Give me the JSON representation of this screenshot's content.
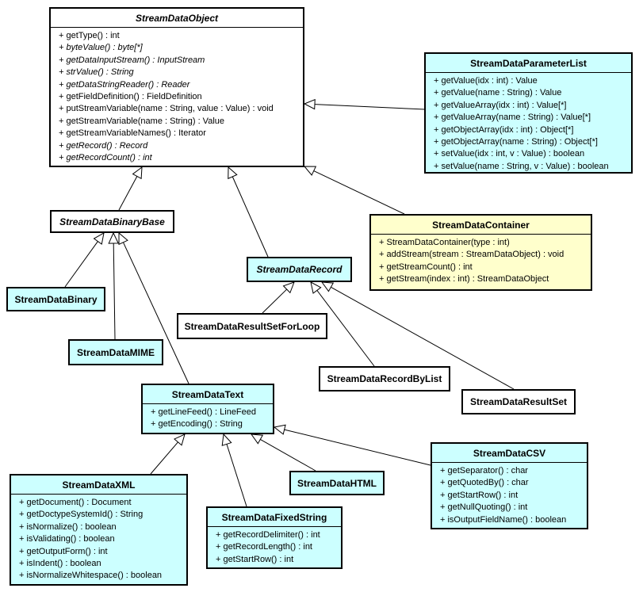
{
  "diagram": {
    "type": "UML class diagram",
    "classes": {
      "sdo": {
        "name": "StreamDataObject",
        "abstract": true,
        "fill": "#ffffff",
        "operations": [
          {
            "text": "+ getType() : int",
            "abstract": false
          },
          {
            "text": "+ byteValue() : byte[*]",
            "abstract": true
          },
          {
            "text": "+ getDataInputStream() : InputStream",
            "abstract": true
          },
          {
            "text": "+ strValue() : String",
            "abstract": true
          },
          {
            "text": "+ getDataStringReader() : Reader",
            "abstract": true
          },
          {
            "text": "+ getFieldDefinition() : FieldDefinition",
            "abstract": false
          },
          {
            "text": "+ putStreamVariable(name : String, value : Value) : void",
            "abstract": false
          },
          {
            "text": "+ getStreamVariable(name : String) : Value",
            "abstract": false
          },
          {
            "text": "+ getStreamVariableNames() : Iterator",
            "abstract": false
          },
          {
            "text": "+ getRecord() : Record",
            "abstract": true
          },
          {
            "text": "+ getRecordCount() : int",
            "abstract": true
          }
        ]
      },
      "paramList": {
        "name": "StreamDataParameterList",
        "abstract": false,
        "fill": "#ccffff",
        "operations": [
          {
            "text": "+ getValue(idx : int) : Value",
            "abstract": false
          },
          {
            "text": "+ getValue(name : String) : Value",
            "abstract": false
          },
          {
            "text": "+ getValueArray(idx : int) : Value[*]",
            "abstract": false
          },
          {
            "text": "+ getValueArray(name : String) : Value[*]",
            "abstract": false
          },
          {
            "text": "+ getObjectArray(idx : int) : Object[*]",
            "abstract": false
          },
          {
            "text": "+ getObjectArray(name : String) : Object[*]",
            "abstract": false
          },
          {
            "text": "+ setValue(idx : int, v : Value) : boolean",
            "abstract": false
          },
          {
            "text": "+ setValue(name : String, v : Value) : boolean",
            "abstract": false
          }
        ]
      },
      "container": {
        "name": "StreamDataContainer",
        "abstract": false,
        "fill": "#ffffcc",
        "operations": [
          {
            "text": "+ StreamDataContainer(type : int)",
            "abstract": false
          },
          {
            "text": "+ addStream(stream : StreamDataObject) : void",
            "abstract": false
          },
          {
            "text": "+ getStreamCount() : int",
            "abstract": false
          },
          {
            "text": "+ getStream(index : int) : StreamDataObject",
            "abstract": false
          }
        ]
      },
      "binaryBase": {
        "name": "StreamDataBinaryBase",
        "abstract": true,
        "fill": "#ffffff"
      },
      "record": {
        "name": "StreamDataRecord",
        "abstract": true,
        "fill": "#ccffff"
      },
      "binary": {
        "name": "StreamDataBinary",
        "abstract": false,
        "fill": "#ccffff"
      },
      "mime": {
        "name": "StreamDataMIME",
        "abstract": false,
        "fill": "#ccffff"
      },
      "resultSetForLoop": {
        "name": "StreamDataResultSetForLoop",
        "abstract": false,
        "fill": "#ffffff"
      },
      "recordByList": {
        "name": "StreamDataRecordByList",
        "abstract": false,
        "fill": "#ffffff"
      },
      "resultSet": {
        "name": "StreamDataResultSet",
        "abstract": false,
        "fill": "#ffffff"
      },
      "text": {
        "name": "StreamDataText",
        "abstract": false,
        "fill": "#ccffff",
        "operations": [
          {
            "text": "+ getLineFeed() : LineFeed",
            "abstract": false
          },
          {
            "text": "+ getEncoding() : String",
            "abstract": false
          }
        ]
      },
      "xml": {
        "name": "StreamDataXML",
        "abstract": false,
        "fill": "#ccffff",
        "operations": [
          {
            "text": "+ getDocument() : Document",
            "abstract": false
          },
          {
            "text": "+ getDoctypeSystemId() : String",
            "abstract": false
          },
          {
            "text": "+ isNormalize() : boolean",
            "abstract": false
          },
          {
            "text": "+ isValidating() : boolean",
            "abstract": false
          },
          {
            "text": "+ getOutputForm() : int",
            "abstract": false
          },
          {
            "text": "+ isIndent() : boolean",
            "abstract": false
          },
          {
            "text": "+ isNormalizeWhitespace() : boolean",
            "abstract": false
          }
        ]
      },
      "fixedString": {
        "name": "StreamDataFixedString",
        "abstract": false,
        "fill": "#ccffff",
        "operations": [
          {
            "text": "+ getRecordDelimiter() : int",
            "abstract": false
          },
          {
            "text": "+ getRecordLength() : int",
            "abstract": false
          },
          {
            "text": "+ getStartRow() : int",
            "abstract": false
          }
        ]
      },
      "html": {
        "name": "StreamDataHTML",
        "abstract": false,
        "fill": "#ccffff"
      },
      "csv": {
        "name": "StreamDataCSV",
        "abstract": false,
        "fill": "#ccffff",
        "operations": [
          {
            "text": "+ getSeparator() : char",
            "abstract": false
          },
          {
            "text": "+ getQuotedBy() : char",
            "abstract": false
          },
          {
            "text": "+ getStartRow() : int",
            "abstract": false
          },
          {
            "text": "+ getNullQuoting() : int",
            "abstract": false
          },
          {
            "text": "+ isOutputFieldName() : boolean",
            "abstract": false
          }
        ]
      }
    },
    "generalizations": [
      {
        "child": "paramList",
        "parent": "sdo"
      },
      {
        "child": "container",
        "parent": "sdo"
      },
      {
        "child": "binaryBase",
        "parent": "sdo"
      },
      {
        "child": "record",
        "parent": "sdo"
      },
      {
        "child": "binary",
        "parent": "binaryBase"
      },
      {
        "child": "mime",
        "parent": "binaryBase"
      },
      {
        "child": "text",
        "parent": "binaryBase"
      },
      {
        "child": "resultSetForLoop",
        "parent": "record"
      },
      {
        "child": "recordByList",
        "parent": "record"
      },
      {
        "child": "resultSet",
        "parent": "record"
      },
      {
        "child": "xml",
        "parent": "text"
      },
      {
        "child": "fixedString",
        "parent": "text"
      },
      {
        "child": "html",
        "parent": "text"
      },
      {
        "child": "csv",
        "parent": "text"
      }
    ]
  }
}
